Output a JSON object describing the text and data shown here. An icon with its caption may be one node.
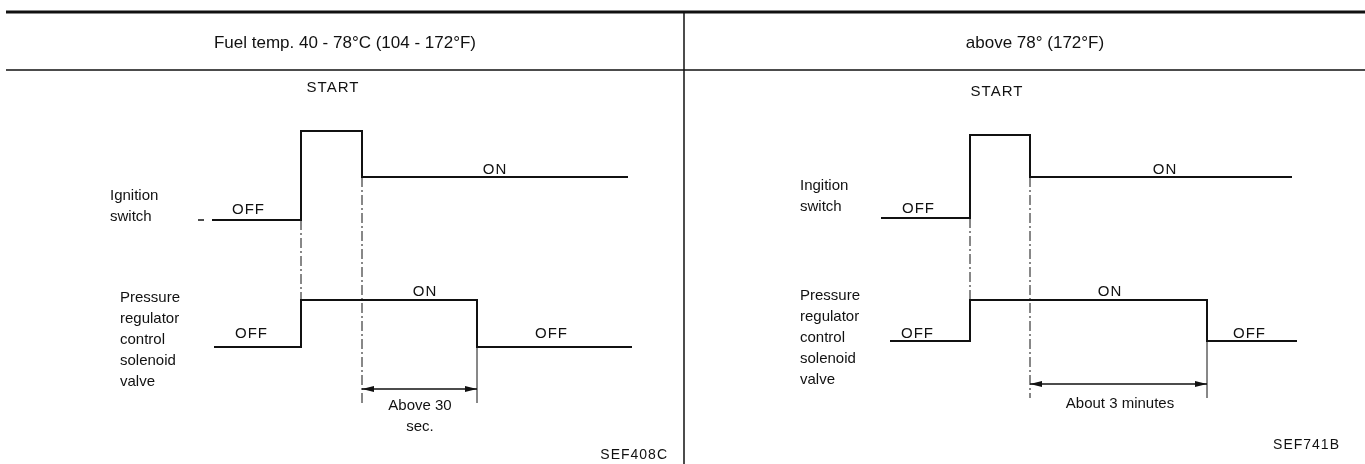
{
  "diagram": {
    "labels": [
      "Fuel temp.  40 - 78°C (104 - 172°F)",
      "above 78° (172°F)",
      "START",
      "ON",
      "Ignition switch",
      "OFF",
      "Pressure regulator control solenoid valve",
      "ON",
      "OFF",
      "OFF",
      "Above 30 sec.",
      "SEF408C",
      "START",
      "ON",
      "Ingition switch",
      "OFF",
      "Pressure regulator control solenoid valve",
      "ON",
      "OFF",
      "OFF",
      "About 3 minutes",
      "SEF741B"
    ]
  }
}
